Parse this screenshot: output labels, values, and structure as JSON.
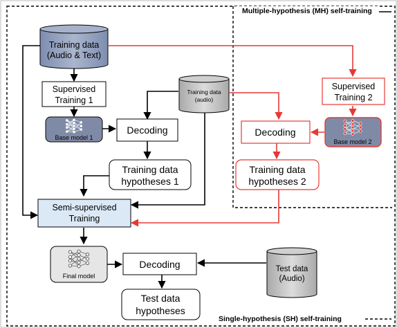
{
  "labels": {
    "mh": "Multiple-hypothesis (MH) self-training",
    "sh": "Single-hypothesis (SH) self-training"
  },
  "nodes": {
    "training_data": [
      "Training data",
      "(Audio & Text)"
    ],
    "supervised_1": [
      "Supervised",
      "Training 1"
    ],
    "base_model_1": "Base model 1",
    "decoding_1": "Decoding",
    "training_audio": [
      "Training data",
      "(audio)"
    ],
    "hyp_1": [
      "Training data",
      "hypotheses 1"
    ],
    "semi_supervised": [
      "Semi-supervised",
      "Training"
    ],
    "supervised_2": [
      "Supervised",
      "Training 2"
    ],
    "decoding_2": "Decoding",
    "base_model_2": "Base model 2",
    "hyp_2": [
      "Training data",
      "hypotheses 2"
    ],
    "final_model": "Final model",
    "decoding_3": "Decoding",
    "test_data": [
      "Test data",
      "(Audio)"
    ],
    "test_hyp": [
      "Test data",
      "hypotheses"
    ]
  },
  "colors": {
    "black": "#000000",
    "red": "#e53935",
    "cylinder_blue": "#9aa7c1",
    "cylinder_gray": "#c8c8c8",
    "model_fill": "#7f8ba6",
    "semi_fill": "#dbe9f7",
    "final_fill": "#e6e6e6"
  },
  "icons": {
    "network": "neural-network-icon"
  }
}
